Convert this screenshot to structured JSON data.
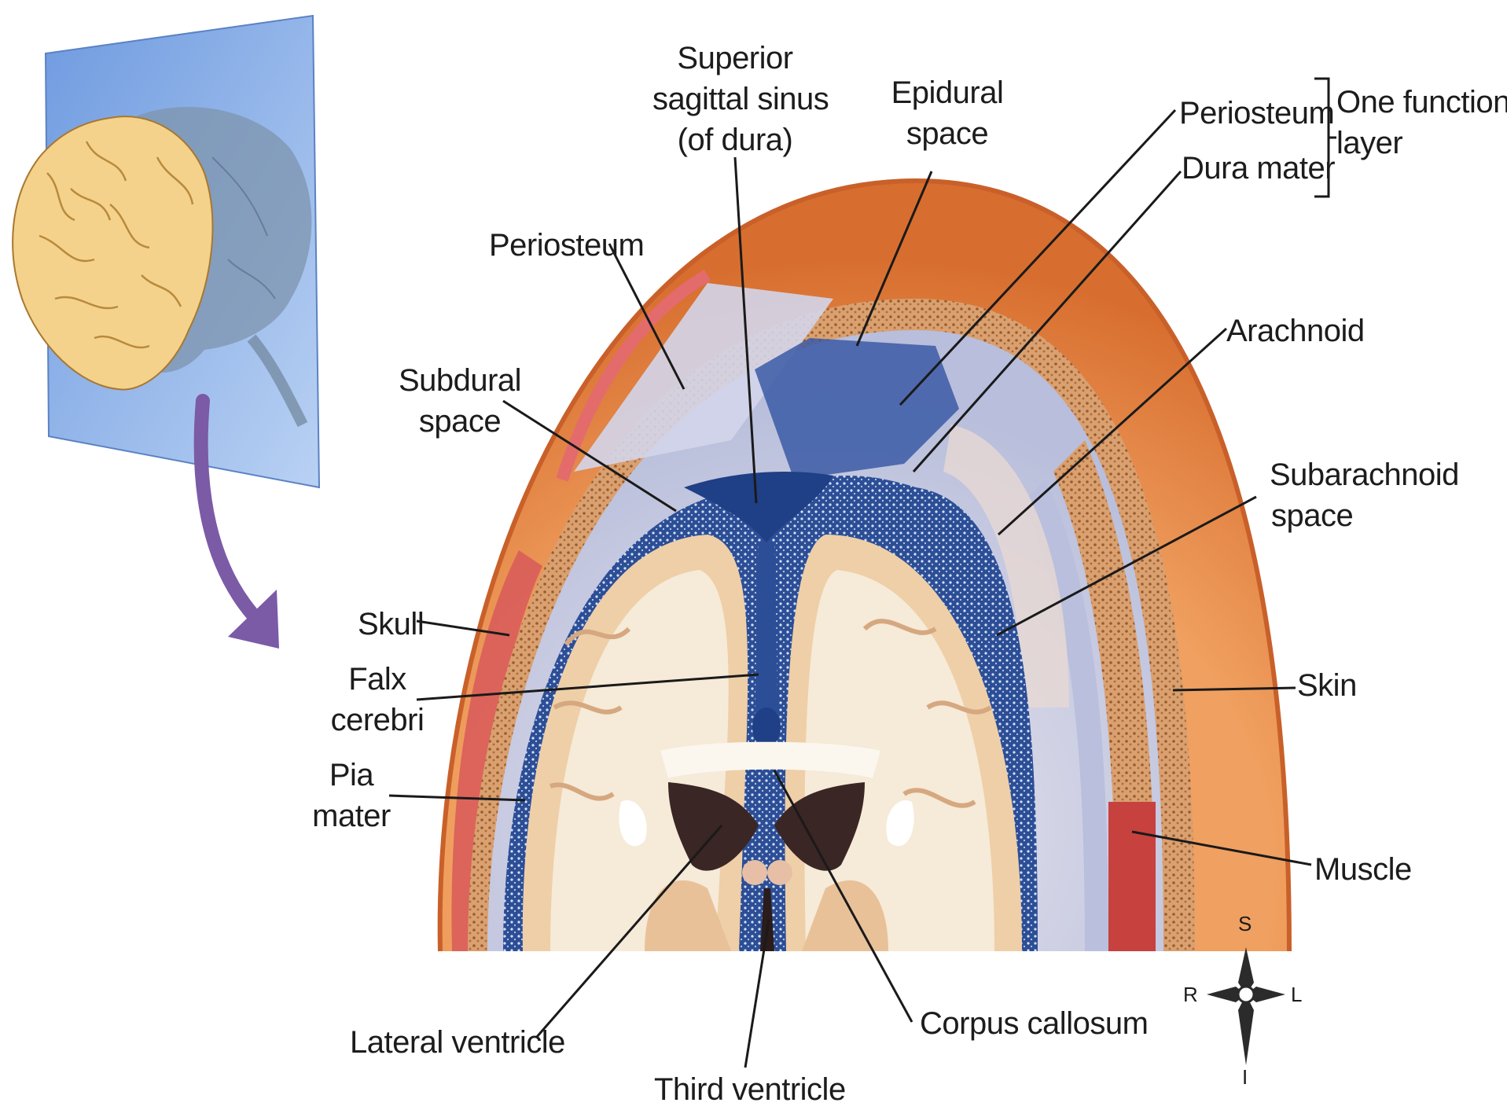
{
  "labels": {
    "superior_sagittal_sinus": [
      "Superior",
      "sagittal sinus",
      "(of dura)"
    ],
    "epidural_space": [
      "Epidural",
      "space"
    ],
    "periosteum_top": "Periosteum",
    "dura_mater": "Dura mater",
    "one_functional_layer": [
      "One functional",
      "layer"
    ],
    "periosteum_left": "Periosteum",
    "subdural_space": [
      "Subdural",
      "space"
    ],
    "arachnoid": "Arachnoid",
    "subarachnoid_space": [
      "Subarachnoid",
      "space"
    ],
    "skull": "Skull",
    "falx_cerebri": [
      "Falx",
      "cerebri"
    ],
    "pia_mater": [
      "Pia",
      "mater"
    ],
    "skin": "Skin",
    "muscle": "Muscle",
    "lateral_ventricle": "Lateral ventricle",
    "corpus_callosum": "Corpus callosum",
    "third_ventricle": "Third ventricle"
  },
  "compass": {
    "superior": "S",
    "inferior": "I",
    "right": "R",
    "left": "L"
  },
  "colors": {
    "skin": "#e8894a",
    "bone": "#d9a878",
    "dura": "#c9cde3",
    "sinus": "#1f3f86",
    "cortex": "#efcfa8",
    "white_matter": "#f6ead8",
    "plane": "#7fa8e6",
    "brain": "#f2cf86",
    "arrow": "#7b5aa6"
  }
}
